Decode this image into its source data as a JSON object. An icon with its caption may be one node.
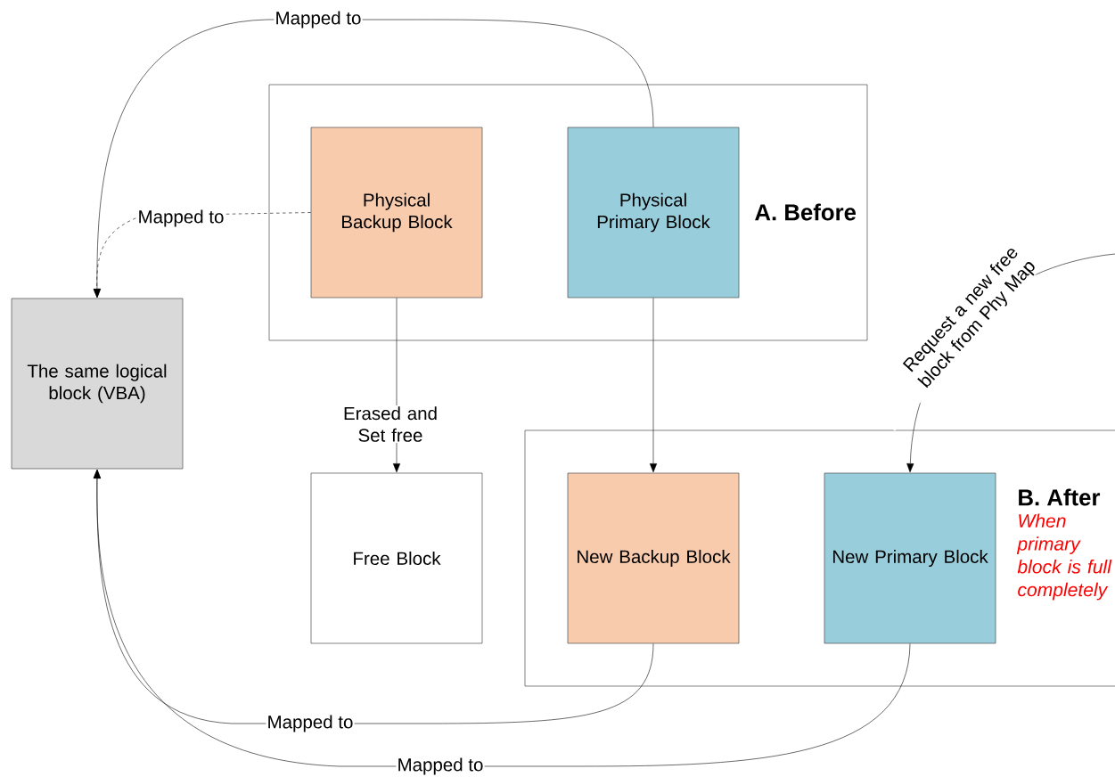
{
  "diagram": {
    "nodes": [
      {
        "text": [
          "A. Before"
        ]
      },
      {
        "text": [
          "Physical Backup Block"
        ],
        "in": 0
      },
      {
        "text": [
          "Physical Primary Block"
        ],
        "in": 0
      },
      {
        "text": [
          "The same logical block (VBA)"
        ]
      },
      {
        "text": [
          "Free Block"
        ]
      },
      {
        "text": [
          "B. After",
          "When primary block is full completely"
        ]
      },
      {
        "text": [
          "New Backup Block"
        ],
        "in": 5
      },
      {
        "text": [
          "New Primary Block"
        ],
        "in": 5
      }
    ],
    "edges": [
      {
        "from": 2,
        "to": 3,
        "arrow": "to",
        "label": "Mapped to"
      },
      {
        "from": 1,
        "to": 3,
        "arrow": "to",
        "label": "Mapped to",
        "style": "dashed"
      },
      {
        "from": 1,
        "to": 4,
        "arrow": "to",
        "label": "Erased and Set free"
      },
      {
        "from": 2,
        "to": 6,
        "arrow": "to"
      },
      {
        "from": null,
        "to": 7,
        "arrow": "to",
        "label": "Request a new free block from Phy Map"
      },
      {
        "from": 6,
        "to": 3,
        "arrow": "to",
        "label": "Mapped to"
      },
      {
        "from": 7,
        "to": 3,
        "arrow": "to",
        "label": "Mapped to"
      }
    ]
  }
}
